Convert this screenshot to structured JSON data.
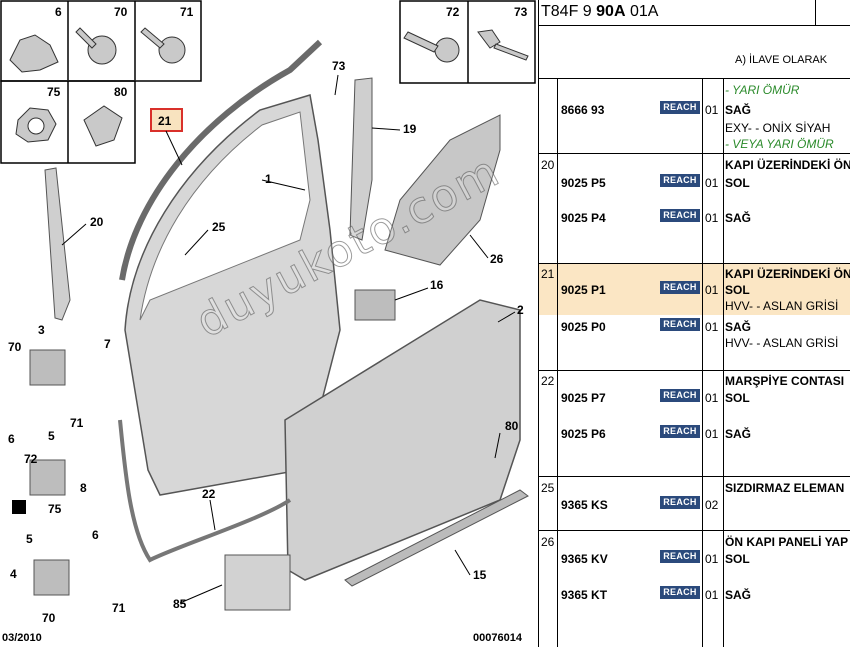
{
  "header": {
    "prefix": "T84F 9 ",
    "bold": "90A",
    "suffix": " 01A"
  },
  "annex_label": "A) İLAVE OLARAK",
  "reach_label": "REACH",
  "diagram": {
    "date": "03/2010",
    "code": "00076014",
    "highlighted_callout": "21",
    "thumbs": [
      "6",
      "70",
      "71",
      "75",
      "80",
      "72",
      "73"
    ],
    "callouts": [
      "73",
      "19",
      "1",
      "20",
      "25",
      "26",
      "16",
      "2",
      "3",
      "70",
      "7",
      "6",
      "5",
      "71",
      "72",
      "8",
      "75",
      "22",
      "80",
      "5",
      "6",
      "4",
      "70",
      "71",
      "85",
      "15"
    ]
  },
  "rows": [
    {
      "group": "",
      "part": "8666 93",
      "qty": "01",
      "lines": [
        {
          "text": "- YARI ÖMÜR",
          "style": "green"
        },
        {
          "text": "SAĞ",
          "style": "normal"
        },
        {
          "text": "EXY- - ONİX SİYAH",
          "style": "normal"
        },
        {
          "text": "- VEYA YARI ÖMÜR",
          "style": "green"
        }
      ]
    },
    {
      "group": "20",
      "part": "9025 P5",
      "qty": "01",
      "lines": [
        {
          "text": "KAPI ÜZERİNDEKİ ÖN",
          "style": "bold"
        },
        {
          "text": "SOL",
          "style": "normal"
        }
      ]
    },
    {
      "group": "",
      "part": "9025 P4",
      "qty": "01",
      "lines": [
        {
          "text": "SAĞ",
          "style": "normal"
        }
      ]
    },
    {
      "group": "21",
      "part": "9025 P1",
      "qty": "01",
      "lines": [
        {
          "text": "KAPI ÜZERİNDEKİ ÖN",
          "style": "bold"
        },
        {
          "text": "SOL",
          "style": "normal"
        },
        {
          "text": "HVV- - ASLAN GRİSİ",
          "style": "normal"
        }
      ]
    },
    {
      "group": "",
      "part": "9025 P0",
      "qty": "01",
      "lines": [
        {
          "text": "SAĞ",
          "style": "normal"
        },
        {
          "text": "HVV- - ASLAN GRİSİ",
          "style": "normal"
        }
      ]
    },
    {
      "group": "22",
      "part": "9025 P7",
      "qty": "01",
      "lines": [
        {
          "text": "MARŞPİYE CONTASI",
          "style": "bold"
        },
        {
          "text": "SOL",
          "style": "normal"
        }
      ]
    },
    {
      "group": "",
      "part": "9025 P6",
      "qty": "01",
      "lines": [
        {
          "text": "SAĞ",
          "style": "normal"
        }
      ]
    },
    {
      "group": "25",
      "part": "9365 KS",
      "qty": "02",
      "lines": [
        {
          "text": "SIZDIRMAZ ELEMAN",
          "style": "bold"
        }
      ]
    },
    {
      "group": "26",
      "part": "9365 KV",
      "qty": "01",
      "lines": [
        {
          "text": "ÖN KAPI PANELİ YAP",
          "style": "bold"
        },
        {
          "text": "SOL",
          "style": "normal"
        }
      ]
    },
    {
      "group": "",
      "part": "9365 KT",
      "qty": "01",
      "lines": [
        {
          "text": "SAĞ",
          "style": "normal"
        }
      ]
    }
  ],
  "watermark": "duyukoto.com"
}
